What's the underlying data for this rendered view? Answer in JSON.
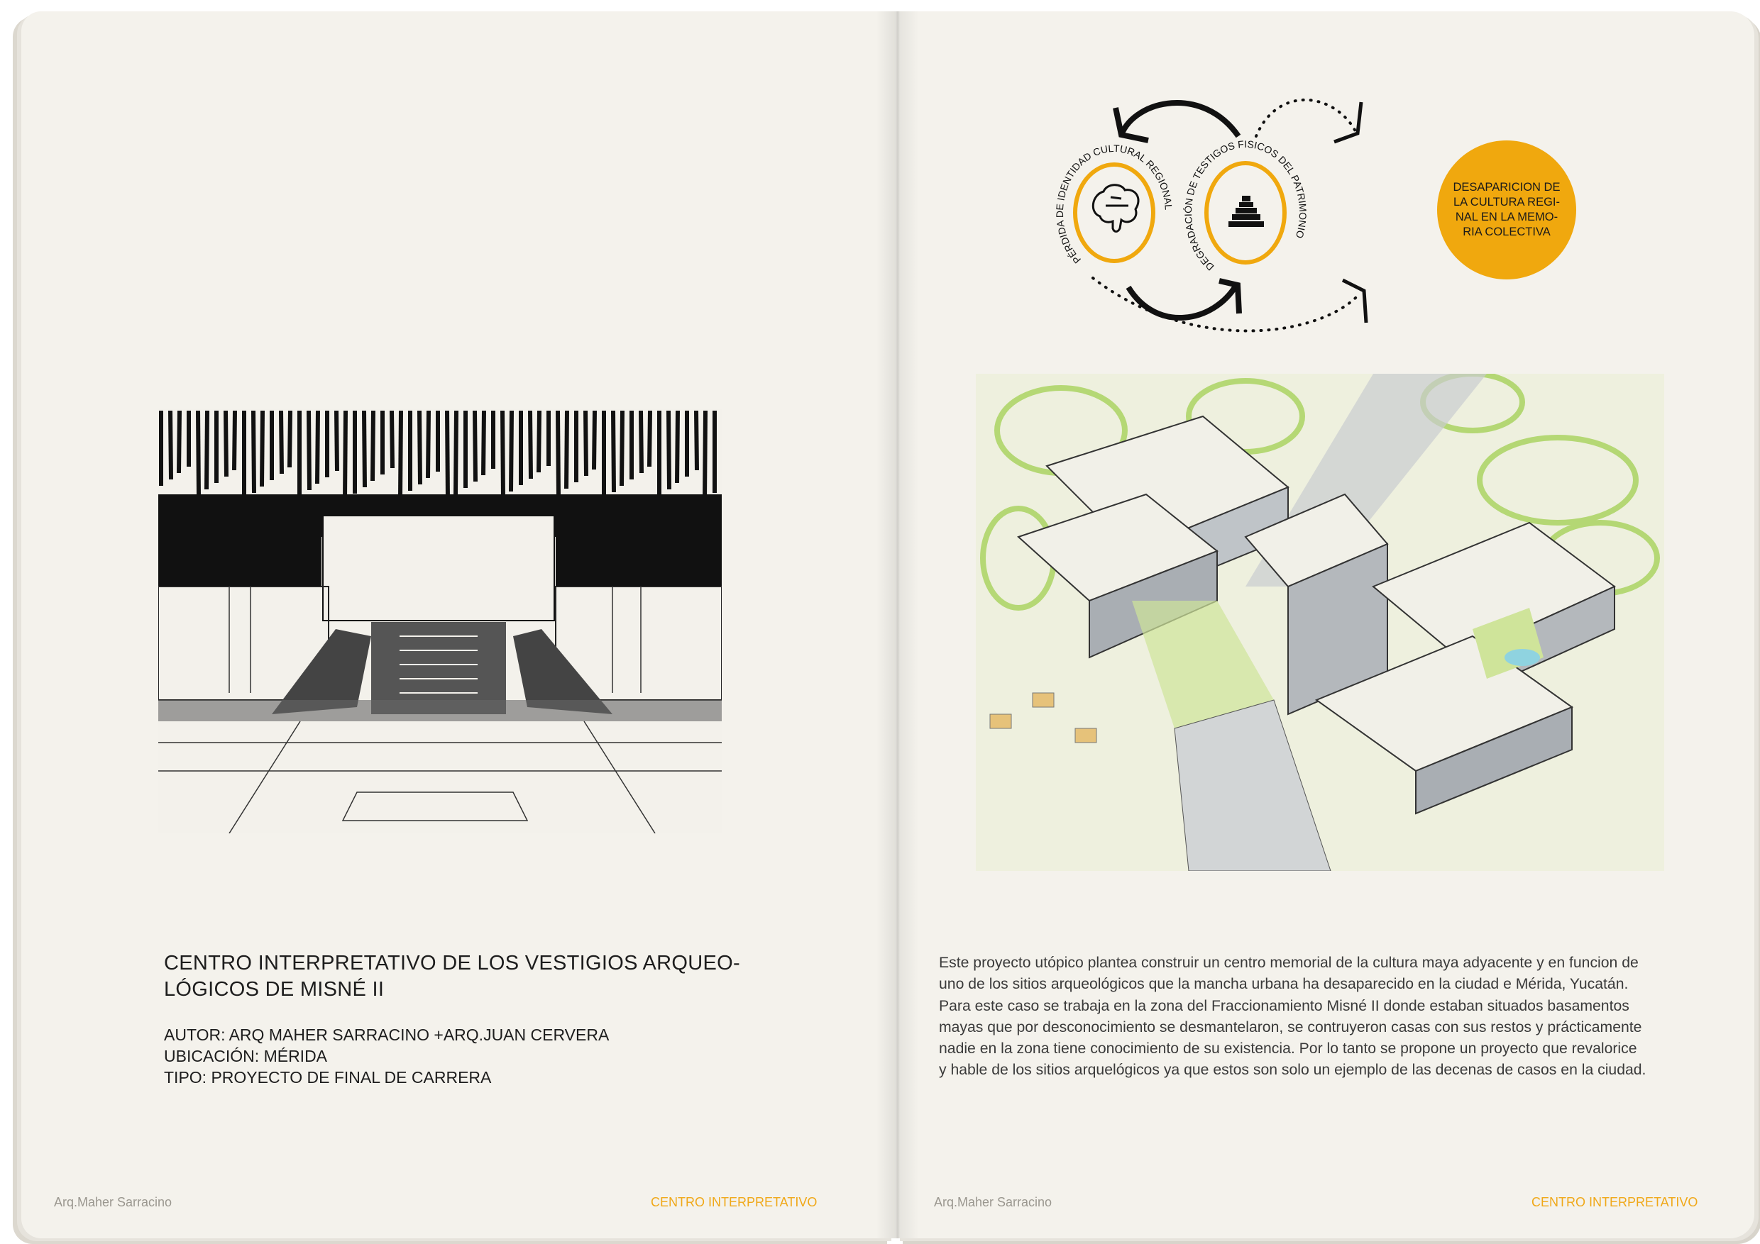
{
  "left_page": {
    "title_lines": [
      "CENTRO INTERPRETATIVO DE LOS VESTIGIOS ARQUEO-",
      "LÓGICOS DE MISNÉ II"
    ],
    "meta": {
      "author": "AUTOR: ARQ MAHER SARRACINO +ARQ.JUAN CERVERA",
      "location": "UBICACIÓN: MÉRIDA",
      "type": "TIPO: PROYECTO DE FINAL DE CARRERA"
    },
    "footer_author": "Arq.Maher Sarracino",
    "footer_section": "CENTRO INTERPRETATIVO"
  },
  "right_page": {
    "diagram": {
      "circle1_label": "PÉRDIDA DE IDENTIDAD CULTURAL REGIONAL",
      "circle1_icon": "brain-icon",
      "circle2_label": "DEGRADACIÓN DE TESTIGOS FISICOS DEL PATRIMONIO",
      "circle2_icon": "pyramid-icon",
      "result_lines": [
        "DESAPARICION DE",
        "LA CULTURA REGI-",
        "NAL EN LA MEMO-",
        "RIA COLECTIVA"
      ],
      "accent_color": "#f0a80e"
    },
    "body_lines": [
      "Este proyecto utópico plantea construir un centro memorial de la cultura maya adyacente y en funcion de",
      "uno de los sitios arqueológicos que la mancha urbana ha desaparecido en la ciudad e Mérida, Yucatán.",
      "Para este caso se trabaja en la zona del Fraccionamiento Misné II donde estaban situados basamentos",
      "mayas que por desconocimiento se desmantelaron, se contruyeron casas con sus restos y prácticamente",
      "nadie en la zona tiene conocimiento de su existencia. Por lo tanto se propone un proyecto que revalorice",
      "y hable de los sitios arquelógicos ya que estos son solo un ejemplo de las decenas de casos en la ciudad."
    ],
    "footer_author": "Arq.Maher Sarracino",
    "footer_section": "CENTRO INTERPRETATIVO"
  }
}
